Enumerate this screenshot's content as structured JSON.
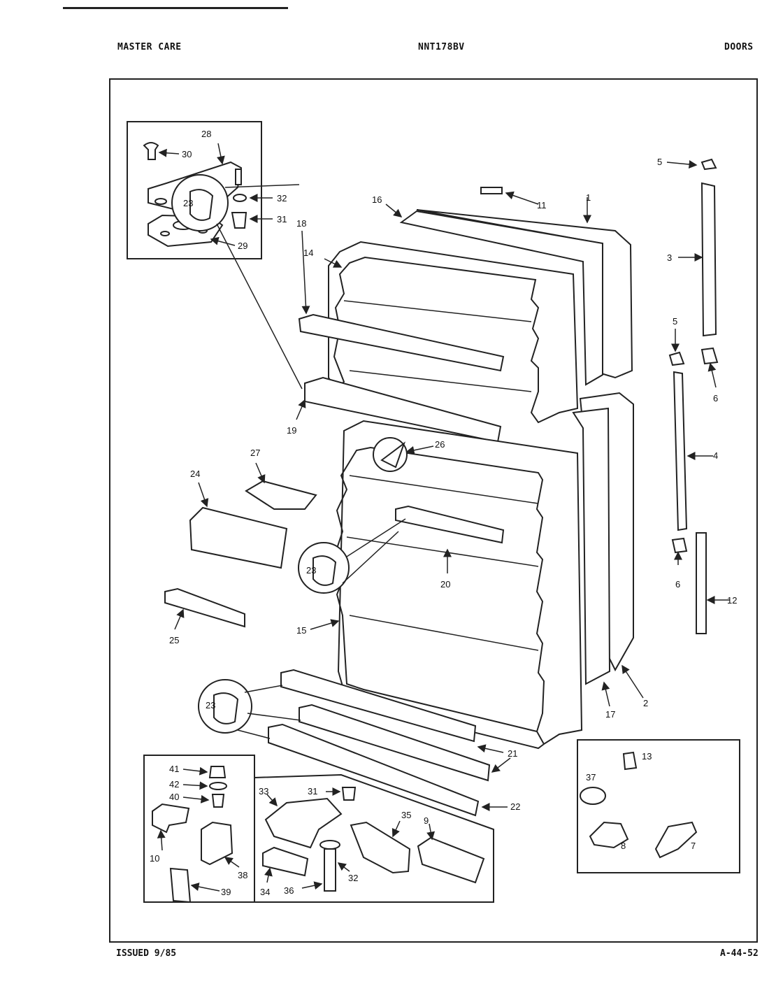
{
  "header": {
    "left": "MASTER CARE",
    "center": "NNT178BV",
    "right": "DOORS"
  },
  "footer": {
    "issued": "ISSUED 9/85",
    "code": "A-44-52"
  },
  "callouts": {
    "c1": "1",
    "c2": "2",
    "c3": "3",
    "c4": "4",
    "c5a": "5",
    "c5b": "5",
    "c6a": "6",
    "c6b": "6",
    "c7": "7",
    "c8": "8",
    "c9": "9",
    "c10": "10",
    "c11": "11",
    "c12": "12",
    "c13": "13",
    "c14": "14",
    "c15": "15",
    "c16": "16",
    "c17": "17",
    "c18": "18",
    "c19": "19",
    "c20": "20",
    "c21": "21",
    "c22": "22",
    "c23a": "23",
    "c23b": "23",
    "c23c": "23",
    "c24": "24",
    "c25": "25",
    "c26": "26",
    "c27": "27",
    "c28": "28",
    "c29": "29",
    "c30": "30",
    "c31a": "31",
    "c31b": "31",
    "c32a": "32",
    "c32b": "32",
    "c33": "33",
    "c34": "34",
    "c35": "35",
    "c36": "36",
    "c37": "37",
    "c38": "38",
    "c39": "39",
    "c40": "40",
    "c41": "41",
    "c42": "42"
  }
}
